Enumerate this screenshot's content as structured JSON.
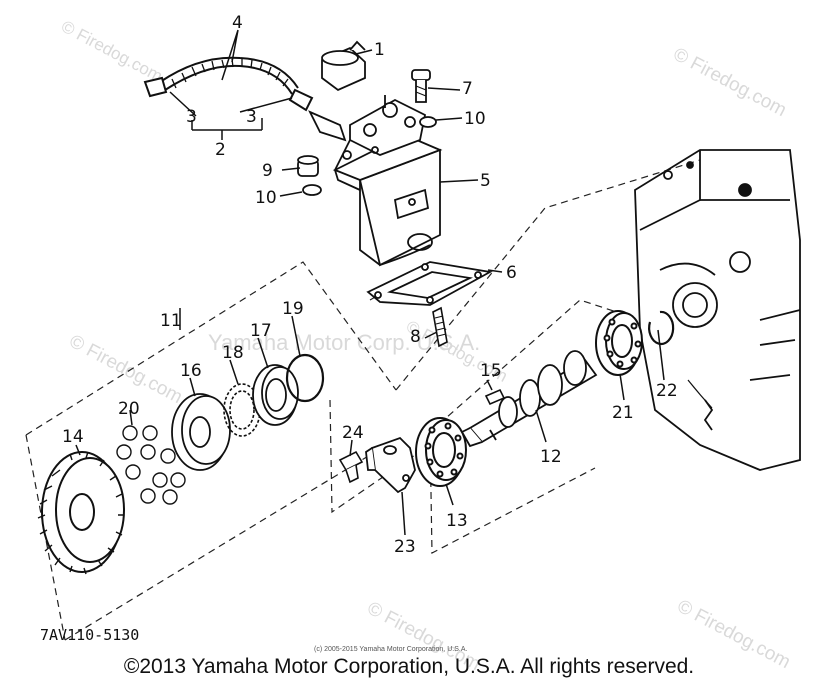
{
  "callouts": [
    {
      "id": "c1",
      "label": "1"
    },
    {
      "id": "c2",
      "label": "2"
    },
    {
      "id": "c3a",
      "label": "3"
    },
    {
      "id": "c3b",
      "label": "3"
    },
    {
      "id": "c4",
      "label": "4"
    },
    {
      "id": "c5",
      "label": "5"
    },
    {
      "id": "c6",
      "label": "6"
    },
    {
      "id": "c7",
      "label": "7"
    },
    {
      "id": "c8",
      "label": "8"
    },
    {
      "id": "c9",
      "label": "9"
    },
    {
      "id": "c10a",
      "label": "10"
    },
    {
      "id": "c10b",
      "label": "10"
    },
    {
      "id": "c11",
      "label": "11"
    },
    {
      "id": "c12",
      "label": "12"
    },
    {
      "id": "c13",
      "label": "13"
    },
    {
      "id": "c14",
      "label": "14"
    },
    {
      "id": "c15",
      "label": "15"
    },
    {
      "id": "c16",
      "label": "16"
    },
    {
      "id": "c17",
      "label": "17"
    },
    {
      "id": "c18",
      "label": "18"
    },
    {
      "id": "c19",
      "label": "19"
    },
    {
      "id": "c20",
      "label": "20"
    },
    {
      "id": "c21",
      "label": "21"
    },
    {
      "id": "c22",
      "label": "22"
    },
    {
      "id": "c23",
      "label": "23"
    },
    {
      "id": "c24",
      "label": "24"
    }
  ],
  "diagram_code": "7AV110-5130",
  "watermarks": {
    "firedog": "© Firedog.com",
    "yamaha": "Yamaha Motor Corp. U.S.A."
  },
  "small_copyright": "(c) 2005-2015 Yamaha Motor Corporation, U.S.A.",
  "copyright": "©2013 Yamaha Motor Corporation, U.S.A. All rights reserved."
}
